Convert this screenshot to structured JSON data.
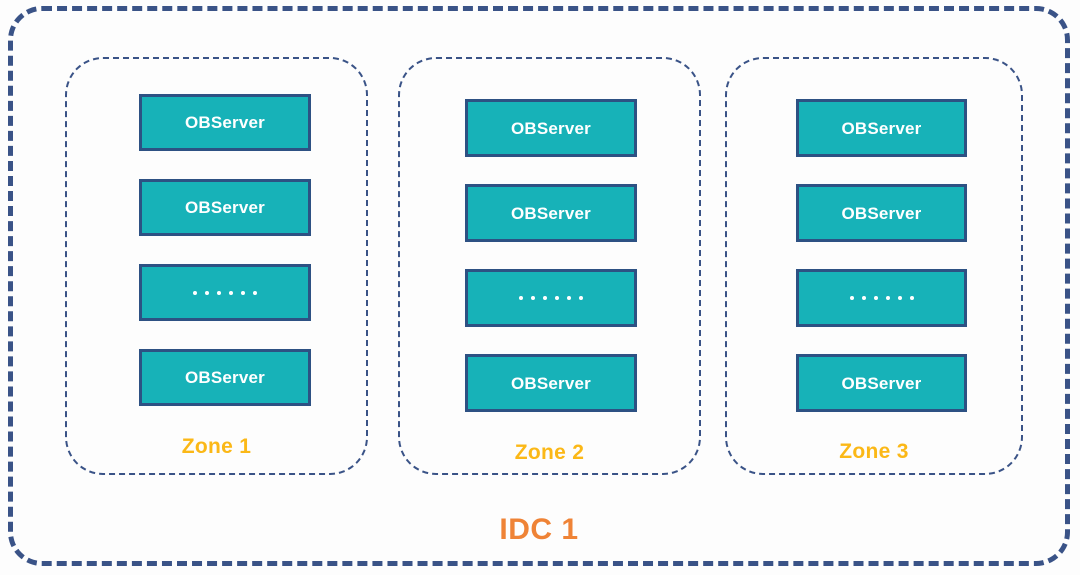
{
  "diagram": {
    "title": "IDC 1",
    "title_color": "#ef8336",
    "outer_border_color": "#3a5387",
    "background_color": "#fdfdfd",
    "node_fill_color": "#17b2b8",
    "node_border_color": "#2d5183",
    "node_text_color": "#ffffff",
    "zone_label_color": "#fbb817",
    "zone_border_color": "#3a5387",
    "zones": [
      {
        "label": "Zone 1",
        "nodes": [
          {
            "label": "OBServer",
            "kind": "server"
          },
          {
            "label": "OBServer",
            "kind": "server"
          },
          {
            "label": "......",
            "kind": "ellipsis",
            "dot_count": 6
          },
          {
            "label": "OBServer",
            "kind": "server"
          }
        ]
      },
      {
        "label": "Zone 2",
        "nodes": [
          {
            "label": "OBServer",
            "kind": "server"
          },
          {
            "label": "OBServer",
            "kind": "server"
          },
          {
            "label": "......",
            "kind": "ellipsis",
            "dot_count": 6
          },
          {
            "label": "OBServer",
            "kind": "server"
          }
        ]
      },
      {
        "label": "Zone 3",
        "nodes": [
          {
            "label": "OBServer",
            "kind": "server"
          },
          {
            "label": "OBServer",
            "kind": "server"
          },
          {
            "label": "......",
            "kind": "ellipsis",
            "dot_count": 6
          },
          {
            "label": "OBServer",
            "kind": "server"
          }
        ]
      }
    ]
  }
}
